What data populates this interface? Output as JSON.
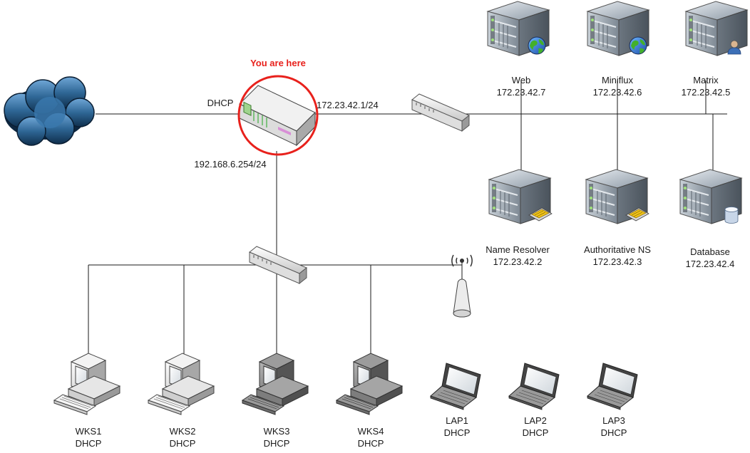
{
  "highlight": {
    "text": "You are here",
    "color": "#e8211c"
  },
  "router": {
    "wan_label": "DHCP",
    "dmz_label": "172.23.42.1/24",
    "lan_label": "192.168.6.254/24"
  },
  "servers_top": [
    {
      "name": "Web",
      "ip": "172.23.42.7",
      "badge": "globe"
    },
    {
      "name": "Miniflux",
      "ip": "172.23.42.6",
      "badge": "globe"
    },
    {
      "name": "Matrix",
      "ip": "172.23.42.5",
      "badge": "user"
    }
  ],
  "servers_bottom": [
    {
      "name": "Name Resolver",
      "ip": "172.23.42.2",
      "badge": "card"
    },
    {
      "name": "Authoritative NS",
      "ip": "172.23.42.3",
      "badge": "card"
    },
    {
      "name": "Database",
      "ip": "172.23.42.4",
      "badge": "database"
    }
  ],
  "workstations": [
    {
      "name": "WKS1",
      "addr": "DHCP",
      "shade": "light"
    },
    {
      "name": "WKS2",
      "addr": "DHCP",
      "shade": "light"
    },
    {
      "name": "WKS3",
      "addr": "DHCP",
      "shade": "dark"
    },
    {
      "name": "WKS4",
      "addr": "DHCP",
      "shade": "dark"
    }
  ],
  "laptops": [
    {
      "name": "LAP1",
      "addr": "DHCP"
    },
    {
      "name": "LAP2",
      "addr": "DHCP"
    },
    {
      "name": "LAP3",
      "addr": "DHCP"
    }
  ],
  "colors": {
    "line": "#1a1a1a",
    "cloud": "#2b5f8c",
    "server_body": "#9ea9b3",
    "accent": "#e8211c"
  }
}
